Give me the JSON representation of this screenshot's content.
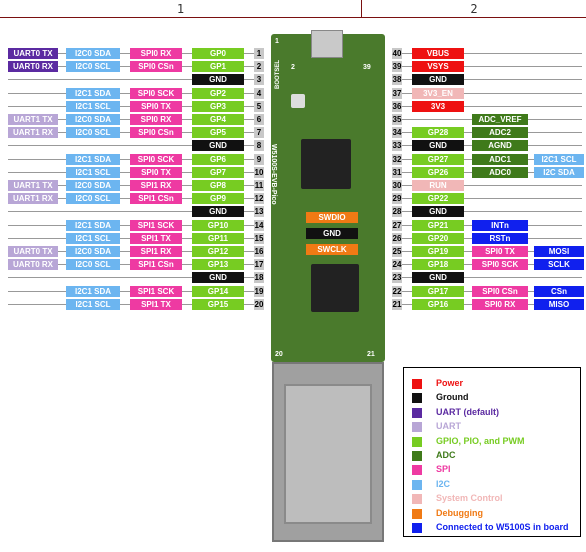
{
  "header": {
    "zone1": "1",
    "zone2": "2"
  },
  "colors": {
    "power": "#ee1111",
    "ground": "#111111",
    "uart_default": "#5b2aa1",
    "uart": "#b8a6d6",
    "gpio": "#77cc22",
    "adc": "#3f7a1a",
    "spi": "#ee3aa2",
    "i2c": "#6cb5f0",
    "sysctl": "#f1b7b7",
    "debug": "#f07a14",
    "w5100s": "#1020ee"
  },
  "board_label": "W5100S-EVB-Pico",
  "left_pins": [
    {
      "num": "1",
      "labels": [
        [
          "UART0 TX",
          "uart_default"
        ],
        [
          "I2C0 SDA",
          "i2c"
        ],
        [
          "SPI0 RX",
          "spi"
        ],
        [
          "GP0",
          "gpio"
        ]
      ]
    },
    {
      "num": "2",
      "labels": [
        [
          "UART0 RX",
          "uart_default"
        ],
        [
          "I2C0 SCL",
          "i2c"
        ],
        [
          "SPI0 CSn",
          "spi"
        ],
        [
          "GP1",
          "gpio"
        ]
      ]
    },
    {
      "num": "3",
      "labels": [
        [
          "GND",
          "ground"
        ]
      ]
    },
    {
      "num": "4",
      "labels": [
        [
          "I2C1 SDA",
          "i2c"
        ],
        [
          "SPI0 SCK",
          "spi"
        ],
        [
          "GP2",
          "gpio"
        ]
      ]
    },
    {
      "num": "5",
      "labels": [
        [
          "I2C1 SCL",
          "i2c"
        ],
        [
          "SPI0 TX",
          "spi"
        ],
        [
          "GP3",
          "gpio"
        ]
      ]
    },
    {
      "num": "6",
      "labels": [
        [
          "UART1 TX",
          "uart"
        ],
        [
          "I2C0 SDA",
          "i2c"
        ],
        [
          "SPI0 RX",
          "spi"
        ],
        [
          "GP4",
          "gpio"
        ]
      ]
    },
    {
      "num": "7",
      "labels": [
        [
          "UART1 RX",
          "uart"
        ],
        [
          "I2C0 SCL",
          "i2c"
        ],
        [
          "SPI0 CSn",
          "spi"
        ],
        [
          "GP5",
          "gpio"
        ]
      ]
    },
    {
      "num": "8",
      "labels": [
        [
          "GND",
          "ground"
        ]
      ]
    },
    {
      "num": "9",
      "labels": [
        [
          "I2C1 SDA",
          "i2c"
        ],
        [
          "SPI0 SCK",
          "spi"
        ],
        [
          "GP6",
          "gpio"
        ]
      ]
    },
    {
      "num": "10",
      "labels": [
        [
          "I2C1 SCL",
          "i2c"
        ],
        [
          "SPI0 TX",
          "spi"
        ],
        [
          "GP7",
          "gpio"
        ]
      ]
    },
    {
      "num": "11",
      "labels": [
        [
          "UART1 TX",
          "uart"
        ],
        [
          "I2C0 SDA",
          "i2c"
        ],
        [
          "SPI1 RX",
          "spi"
        ],
        [
          "GP8",
          "gpio"
        ]
      ]
    },
    {
      "num": "12",
      "labels": [
        [
          "UART1 RX",
          "uart"
        ],
        [
          "I2C0 SCL",
          "i2c"
        ],
        [
          "SPI1 CSn",
          "spi"
        ],
        [
          "GP9",
          "gpio"
        ]
      ]
    },
    {
      "num": "13",
      "labels": [
        [
          "GND",
          "ground"
        ]
      ]
    },
    {
      "num": "14",
      "labels": [
        [
          "I2C1 SDA",
          "i2c"
        ],
        [
          "SPI1 SCK",
          "spi"
        ],
        [
          "GP10",
          "gpio"
        ]
      ]
    },
    {
      "num": "15",
      "labels": [
        [
          "I2C1 SCL",
          "i2c"
        ],
        [
          "SPI1 TX",
          "spi"
        ],
        [
          "GP11",
          "gpio"
        ]
      ]
    },
    {
      "num": "16",
      "labels": [
        [
          "UART0 TX",
          "uart"
        ],
        [
          "I2C0 SDA",
          "i2c"
        ],
        [
          "SPI1 RX",
          "spi"
        ],
        [
          "GP12",
          "gpio"
        ]
      ]
    },
    {
      "num": "17",
      "labels": [
        [
          "UART0 RX",
          "uart"
        ],
        [
          "I2C0 SCL",
          "i2c"
        ],
        [
          "SPI1 CSn",
          "spi"
        ],
        [
          "GP13",
          "gpio"
        ]
      ]
    },
    {
      "num": "18",
      "labels": [
        [
          "GND",
          "ground"
        ]
      ]
    },
    {
      "num": "19",
      "labels": [
        [
          "I2C1 SDA",
          "i2c"
        ],
        [
          "SPI1 SCK",
          "spi"
        ],
        [
          "GP14",
          "gpio"
        ]
      ]
    },
    {
      "num": "20",
      "labels": [
        [
          "I2C1 SCL",
          "i2c"
        ],
        [
          "SPI1 TX",
          "spi"
        ],
        [
          "GP15",
          "gpio"
        ]
      ]
    }
  ],
  "right_pins": [
    {
      "num": "40",
      "labels": [
        [
          "VBUS",
          "power"
        ]
      ]
    },
    {
      "num": "39",
      "labels": [
        [
          "VSYS",
          "power"
        ]
      ]
    },
    {
      "num": "38",
      "labels": [
        [
          "GND",
          "ground"
        ]
      ]
    },
    {
      "num": "37",
      "labels": [
        [
          "3V3_EN",
          "sysctl"
        ]
      ]
    },
    {
      "num": "36",
      "labels": [
        [
          "3V3",
          "power"
        ]
      ]
    },
    {
      "num": "35",
      "labels": [
        [
          "",
          "none"
        ],
        [
          "ADC_VREF",
          "adc"
        ]
      ]
    },
    {
      "num": "34",
      "labels": [
        [
          "GP28",
          "gpio"
        ],
        [
          "ADC2",
          "adc"
        ]
      ]
    },
    {
      "num": "33",
      "labels": [
        [
          "GND",
          "ground"
        ],
        [
          "AGND",
          "adc"
        ]
      ]
    },
    {
      "num": "32",
      "labels": [
        [
          "GP27",
          "gpio"
        ],
        [
          "ADC1",
          "adc"
        ],
        [
          "I2C1 SCL",
          "i2c"
        ]
      ]
    },
    {
      "num": "31",
      "labels": [
        [
          "GP26",
          "gpio"
        ],
        [
          "ADC0",
          "adc"
        ],
        [
          "I2C SDA",
          "i2c"
        ]
      ]
    },
    {
      "num": "30",
      "labels": [
        [
          "RUN",
          "sysctl"
        ]
      ]
    },
    {
      "num": "29",
      "labels": [
        [
          "GP22",
          "gpio"
        ]
      ]
    },
    {
      "num": "28",
      "labels": [
        [
          "GND",
          "ground"
        ]
      ]
    },
    {
      "num": "27",
      "labels": [
        [
          "GP21",
          "gpio"
        ],
        [
          "INTn",
          "w5100s"
        ]
      ]
    },
    {
      "num": "26",
      "labels": [
        [
          "GP20",
          "gpio"
        ],
        [
          "RSTn",
          "w5100s"
        ]
      ]
    },
    {
      "num": "25",
      "labels": [
        [
          "GP19",
          "gpio"
        ],
        [
          "SPI0 TX",
          "spi"
        ],
        [
          "MOSI",
          "w5100s"
        ]
      ]
    },
    {
      "num": "24",
      "labels": [
        [
          "GP18",
          "gpio"
        ],
        [
          "SPI0 SCK",
          "spi"
        ],
        [
          "SCLK",
          "w5100s"
        ]
      ]
    },
    {
      "num": "23",
      "labels": [
        [
          "GND",
          "ground"
        ]
      ]
    },
    {
      "num": "22",
      "labels": [
        [
          "GP17",
          "gpio"
        ],
        [
          "SPI0 CSn",
          "spi"
        ],
        [
          "CSn",
          "w5100s"
        ]
      ]
    },
    {
      "num": "21",
      "labels": [
        [
          "GP16",
          "gpio"
        ],
        [
          "SPI0 RX",
          "spi"
        ],
        [
          "MISO",
          "w5100s"
        ]
      ]
    }
  ],
  "debug_pins": [
    {
      "label": "SWDIO",
      "color": "debug"
    },
    {
      "label": "GND",
      "color": "ground"
    },
    {
      "label": "SWCLK",
      "color": "debug"
    }
  ],
  "board_silk": {
    "tl": "1",
    "tl2": "2",
    "tr": "39",
    "bl": "20",
    "br": "21",
    "bootsel": "BOOTSEL"
  },
  "legend": [
    {
      "label": "Power",
      "color": "power",
      "text_color": "#ee1111"
    },
    {
      "label": "Ground",
      "color": "ground",
      "text_color": "#111111"
    },
    {
      "label": "UART  (default)",
      "color": "uart_default",
      "text_color": "#5b2aa1"
    },
    {
      "label": "UART",
      "color": "uart",
      "text_color": "#b8a6d6"
    },
    {
      "label": "GPIO, PIO, and PWM",
      "color": "gpio",
      "text_color": "#77cc22"
    },
    {
      "label": "ADC",
      "color": "adc",
      "text_color": "#3f7a1a"
    },
    {
      "label": "SPI",
      "color": "spi",
      "text_color": "#ee3aa2"
    },
    {
      "label": "I2C",
      "color": "i2c",
      "text_color": "#6cb5f0"
    },
    {
      "label": "System Control",
      "color": "sysctl",
      "text_color": "#f1b7b7"
    },
    {
      "label": "Debugging",
      "color": "debug",
      "text_color": "#f07a14"
    },
    {
      "label": "Connected to W5100S in board",
      "color": "w5100s",
      "text_color": "#1020ee"
    }
  ]
}
